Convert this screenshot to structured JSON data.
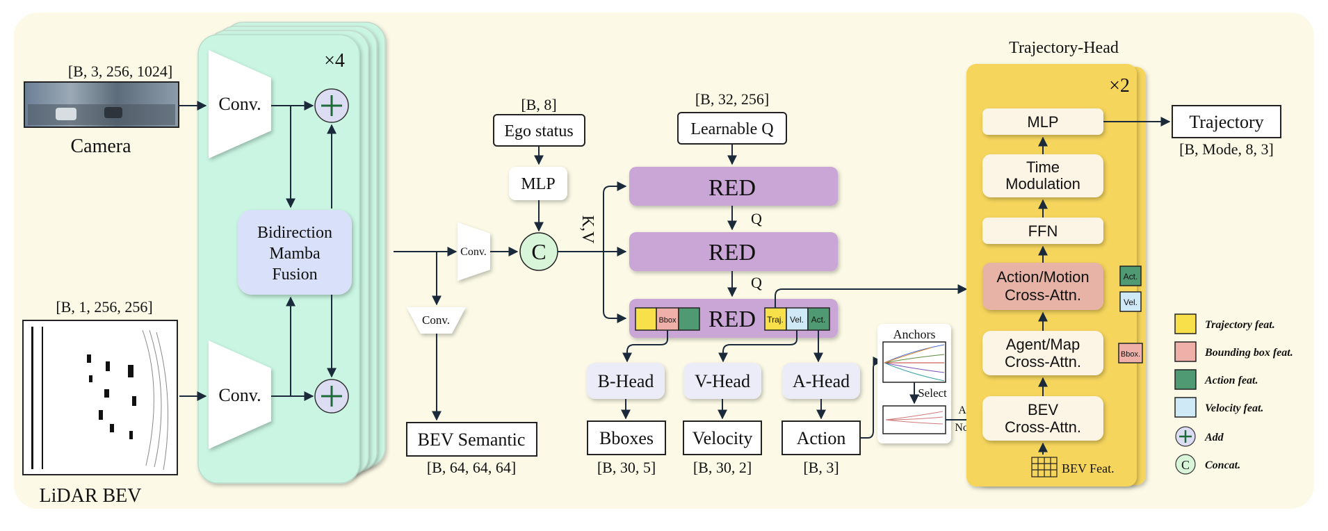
{
  "inputs": {
    "camera_label": "Camera",
    "camera_shape": "[B, 3, 256, 1024]",
    "lidar_label": "LiDAR BEV",
    "lidar_shape": "[B, 1, 256, 256]"
  },
  "encoder": {
    "repeat": "×4",
    "conv_top": "Conv.",
    "conv_bottom": "Conv.",
    "fusion_line1": "Bidirection",
    "fusion_line2": "Mamba",
    "fusion_line3": "Fusion"
  },
  "middle": {
    "conv_right": "Conv.",
    "conv_down": "Conv.",
    "bev_semantic": "BEV Semantic",
    "bev_semantic_shape": "[B, 64, 64, 64]",
    "ego_status": "Ego status",
    "ego_shape": "[B, 8]",
    "mlp": "MLP",
    "concat_symbol": "C",
    "kv_label": "K,V"
  },
  "decoder": {
    "learnable_q": "Learnable Q",
    "learnable_q_shape": "[B, 32, 256]",
    "red1": "RED",
    "red2": "RED",
    "red3": "RED",
    "q1": "Q",
    "q2": "Q",
    "bbox_tag": "Bbox",
    "traj_tag": "Traj.",
    "vel_tag": "Vel.",
    "act_tag": "Act."
  },
  "heads": {
    "b_head": "B-Head",
    "v_head": "V-Head",
    "a_head": "A-Head",
    "bboxes": "Bboxes",
    "bboxes_shape": "[B, 30, 5]",
    "velocity": "Velocity",
    "velocity_shape": "[B, 30, 2]",
    "action": "Action",
    "action_shape": "[B, 3]"
  },
  "anchors": {
    "title": "Anchors",
    "select": "Select",
    "add_noise_line1": "Add",
    "add_noise_line2": "Noise"
  },
  "trajectory_head": {
    "title": "Trajectory-Head",
    "repeat": "×2",
    "mlp": "MLP",
    "time_mod_line1": "Time",
    "time_mod_line2": "Modulation",
    "ffn": "FFN",
    "action_motion_line1": "Action/Motion",
    "action_motion_line2": "Cross-Attn.",
    "agent_map_line1": "Agent/Map",
    "agent_map_line2": "Cross-Attn.",
    "bev_line1": "BEV",
    "bev_line2": "Cross-Attn.",
    "bev_feat": "BEV Feat.",
    "act_tag": "Act.",
    "vel_tag": "Vel.",
    "bbox_tag": "Bbox.",
    "output": "Trajectory",
    "output_shape": "[B, Mode, 8, 3]"
  },
  "legend": [
    {
      "label": "Trajectory feat.",
      "color": "#f7e04a"
    },
    {
      "label": "Bounding box feat.",
      "color": "#eeb0a8"
    },
    {
      "label": "Action feat.",
      "color": "#4f9a72"
    },
    {
      "label": "Velocity feat.",
      "color": "#cfe9f6"
    },
    {
      "label": "Add",
      "color": "#dcdcf2"
    },
    {
      "label": "Concat.",
      "color": "#d9f5d9"
    }
  ],
  "colors": {
    "background": "#fcfae6",
    "encoder_panel": "#c9f5e2",
    "fusion": "#d9e0fa",
    "red_block": "#c9a6d6",
    "head_box": "#ececf8",
    "traj_panel": "#f5d55b",
    "traj_block": "#fcf4e4",
    "action_motion": "#e6b3a6"
  }
}
